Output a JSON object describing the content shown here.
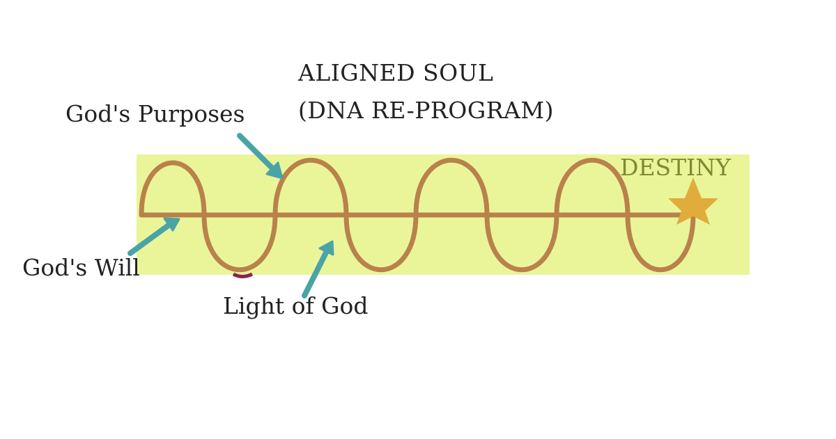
{
  "title": {
    "line1": "ALIGNED SOUL",
    "line2": "(DNA RE-PROGRAM)"
  },
  "labels": {
    "purposes": "God's Purposes",
    "will": "God's Will",
    "light": "Light of God",
    "destiny": "DESTINY"
  },
  "colors": {
    "highlight_band": "#eaf59a",
    "wave": "#b9824a",
    "arrow": "#4aa4a6",
    "star": "#e0ac3b",
    "destiny_text": "#7e8a33",
    "text": "#222222"
  },
  "icons": {
    "star": "star-icon",
    "arrow": "arrow-icon"
  }
}
